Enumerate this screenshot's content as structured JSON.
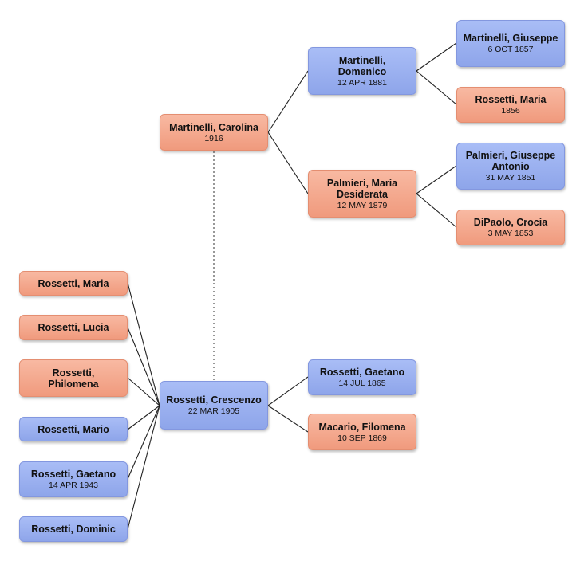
{
  "people": {
    "carolina": {
      "name": "Martinelli, Carolina",
      "date": "1916"
    },
    "domenico": {
      "name": "Martinelli, Domenico",
      "date": "12 APR 1881"
    },
    "giuseppe_m": {
      "name": "Martinelli, Giuseppe",
      "date": "6 OCT 1857"
    },
    "maria_r1856": {
      "name": "Rossetti, Maria",
      "date": "1856"
    },
    "maria_d": {
      "name": "Palmieri, Maria Desiderata",
      "date": "12 MAY 1879"
    },
    "giuseppe_p": {
      "name": "Palmieri, Giuseppe Antonio",
      "date": "31 MAY 1851"
    },
    "crocia": {
      "name": "DiPaolo, Crocia",
      "date": "3 MAY 1853"
    },
    "crescenzo": {
      "name": "Rossetti, Crescenzo",
      "date": "22 MAR 1905"
    },
    "gaetano_1865": {
      "name": "Rossetti, Gaetano",
      "date": "14 JUL 1865"
    },
    "filomena": {
      "name": "Macario, Filomena",
      "date": "10 SEP 1869"
    },
    "maria_child": {
      "name": "Rossetti, Maria",
      "date": ""
    },
    "lucia": {
      "name": "Rossetti, Lucia",
      "date": ""
    },
    "philomena": {
      "name": "Rossetti, Philomena",
      "date": ""
    },
    "mario": {
      "name": "Rossetti, Mario",
      "date": ""
    },
    "gaetano_1943": {
      "name": "Rossetti, Gaetano",
      "date": "14 APR 1943"
    },
    "dominic": {
      "name": "Rossetti, Dominic",
      "date": ""
    }
  },
  "colors": {
    "male": "#99adef",
    "female": "#f4a98d",
    "line": "#222222"
  }
}
